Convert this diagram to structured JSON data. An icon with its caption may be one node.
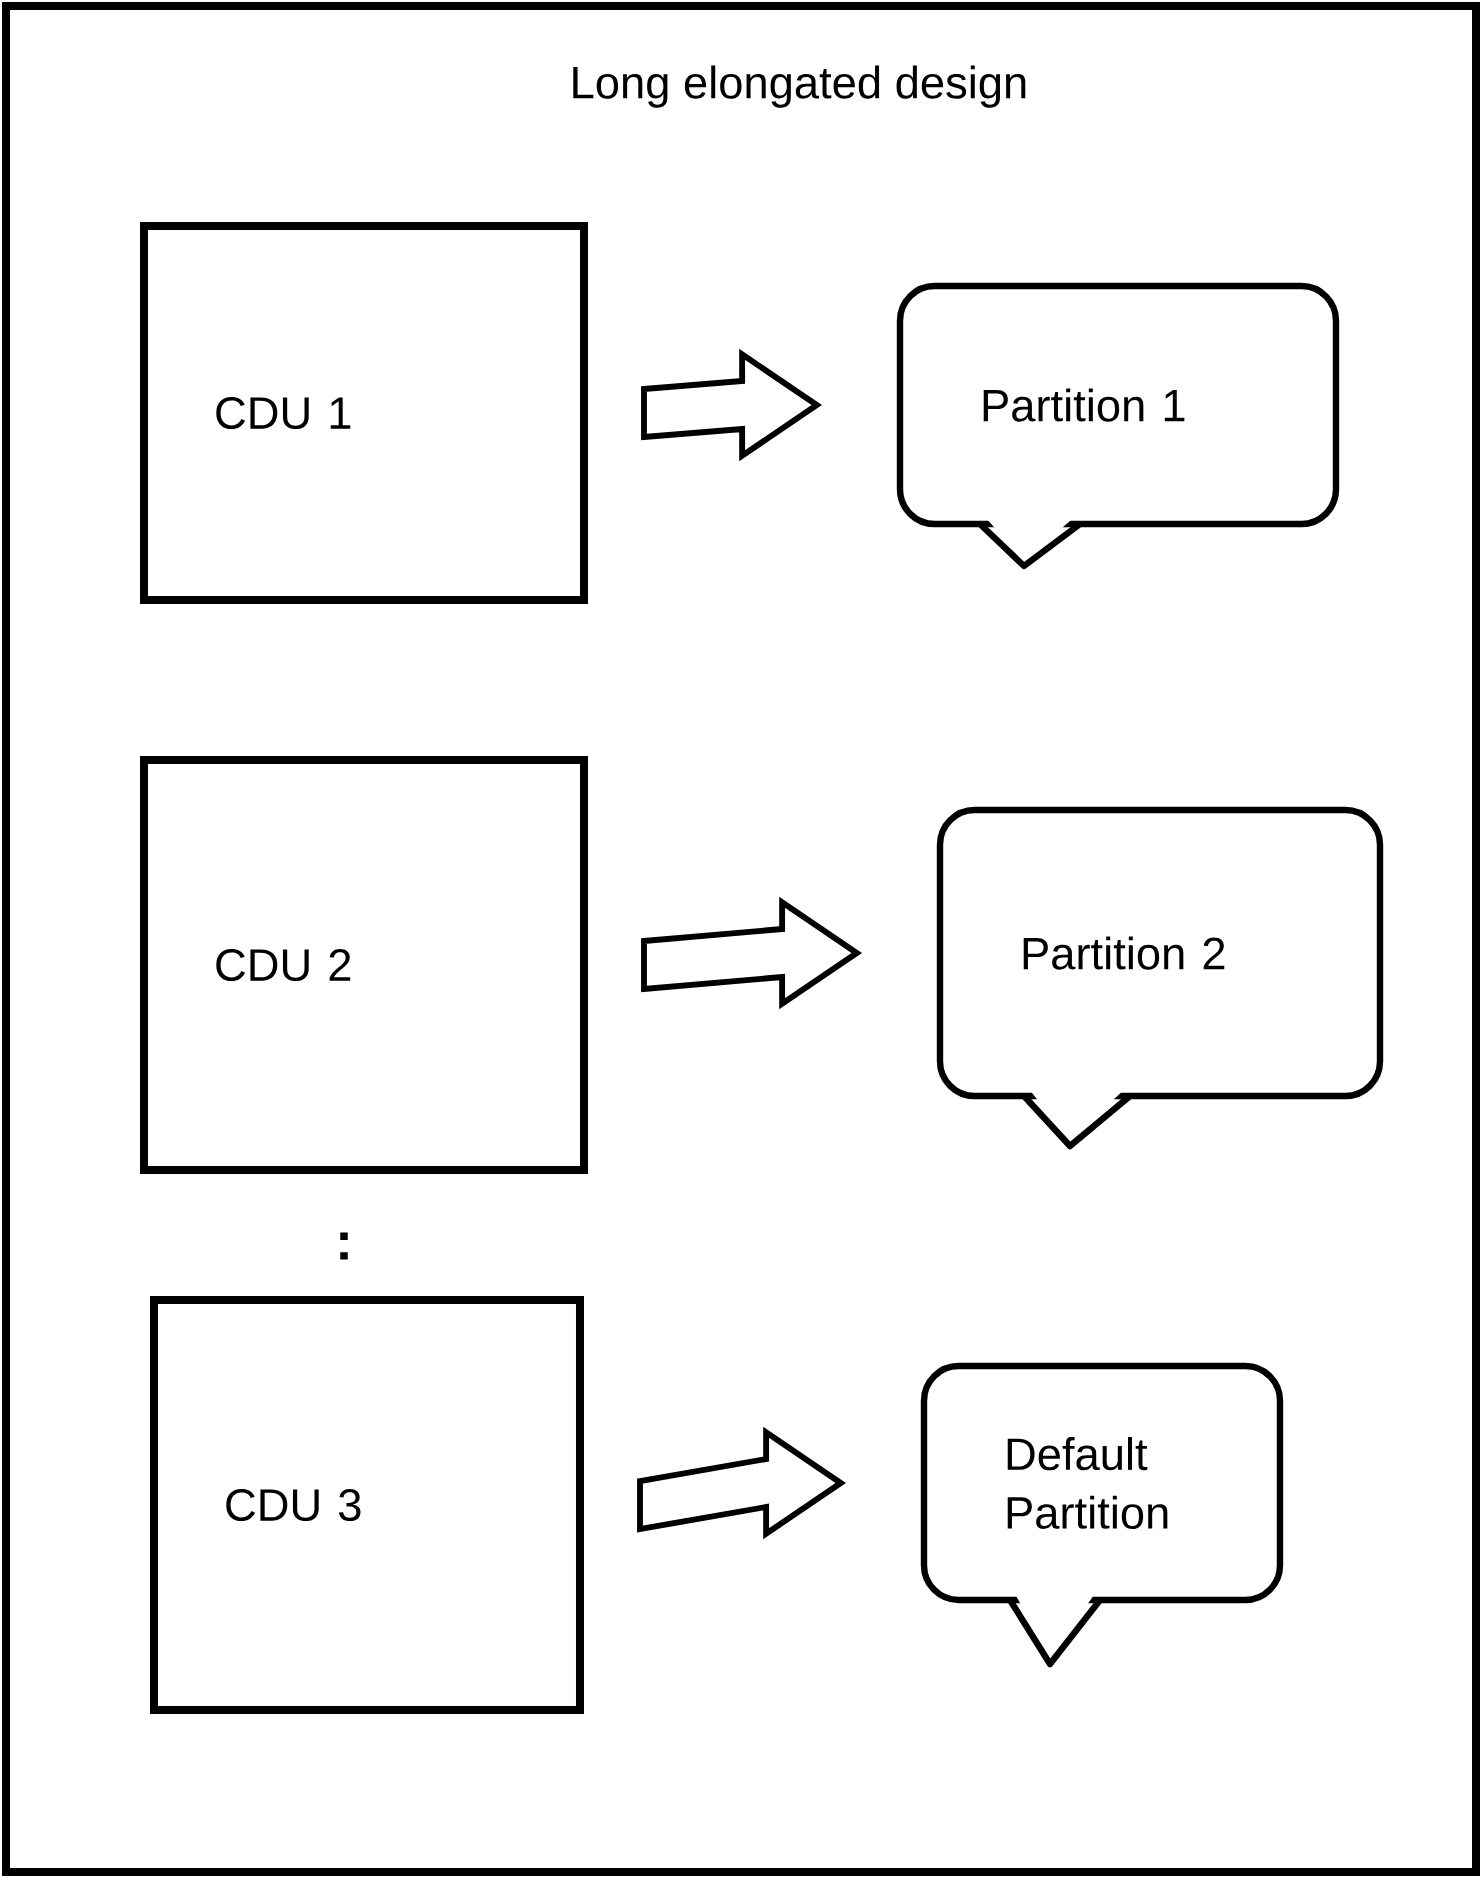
{
  "diagram": {
    "nodes": [
      {
        "text": [
          "Long elongated design"
        ]
      },
      {
        "text": [
          "CDU 1"
        ],
        "in": 0
      },
      {
        "text": [
          "Partition 1"
        ],
        "in": 0
      },
      {
        "text": [
          "CDU 2"
        ],
        "in": 0
      },
      {
        "text": [
          "Partition 2"
        ],
        "in": 0
      },
      {
        "text": [
          "CDU 3"
        ],
        "in": 0
      },
      {
        "text": [
          "Default Partition"
        ],
        "in": 0
      }
    ],
    "edges": [
      {
        "from": 1,
        "to": 2,
        "arrow": "to"
      },
      {
        "from": 3,
        "to": 4,
        "arrow": "to"
      },
      {
        "from": 5,
        "to": 6,
        "arrow": "to"
      }
    ],
    "labels": [
      ":"
    ]
  }
}
